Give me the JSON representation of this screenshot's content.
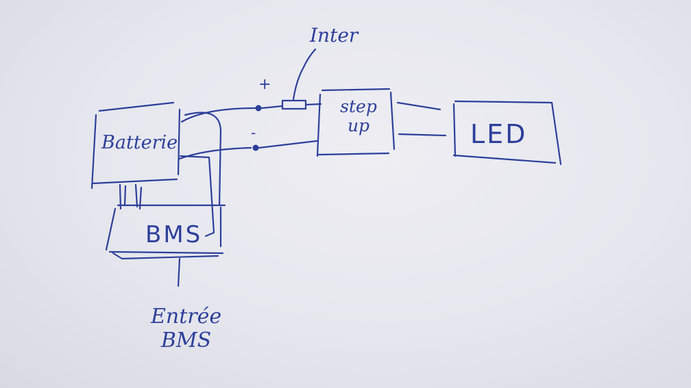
{
  "diagram": {
    "nodes": {
      "batterie": "Batterie",
      "step_up_line1": "step",
      "step_up_line2": "up",
      "led": "LED",
      "bms": "BMS"
    },
    "annotations": {
      "inter": "Inter",
      "plus": "+",
      "minus": "-",
      "entree_bms_line1": "Entrée",
      "entree_bms_line2": "BMS"
    },
    "ink_color": "#2c3f9a",
    "paper_color": "#e9e9ef"
  }
}
